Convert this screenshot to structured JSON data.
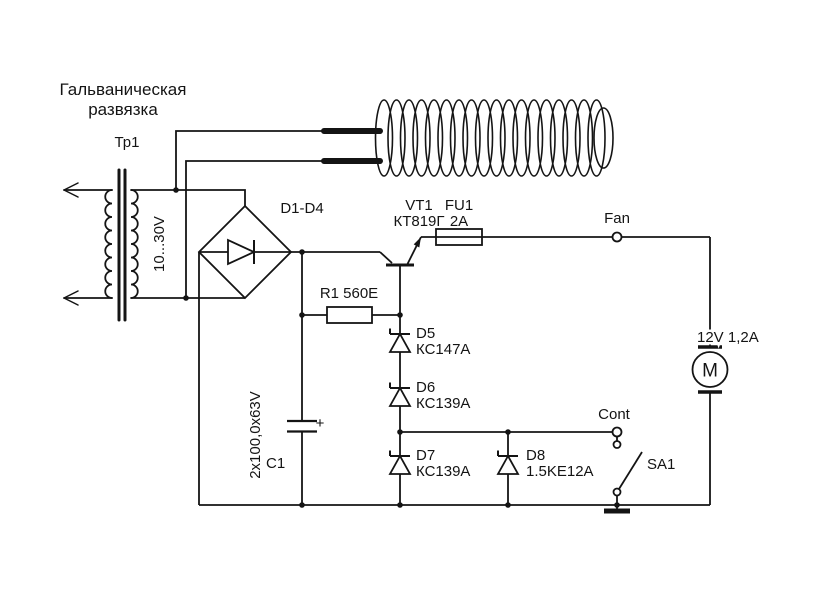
{
  "colors": {
    "line": "#141414",
    "background": "#ffffff"
  },
  "labels": {
    "heading1": "Гальваническая",
    "heading2": "развязка",
    "transformer_ref": "Тр1",
    "secondary_voltage": "10...30V",
    "bridge_ref": "D1-D4",
    "vt1_ref": "VT1",
    "vt1_type": "КТ819Г",
    "fu1_ref": "FU1",
    "fu1_rating": "2A",
    "fan_label": "Fan",
    "r1_label": "R1  560E",
    "d5_ref": "D5",
    "d5_type": "КС147А",
    "d6_ref": "D6",
    "d6_type": "КС139А",
    "d7_ref": "D7",
    "d7_type": "КС139А",
    "d8_ref": "D8",
    "d8_type": "1.5KE12A",
    "c1_ref": "C1",
    "c1_value": "2x100,0x63V",
    "c1_plus": "+",
    "cont_label": "Cont",
    "sa1_label": "SA1",
    "motor_rating": "12V 1,2A",
    "motor_letter": "M"
  }
}
